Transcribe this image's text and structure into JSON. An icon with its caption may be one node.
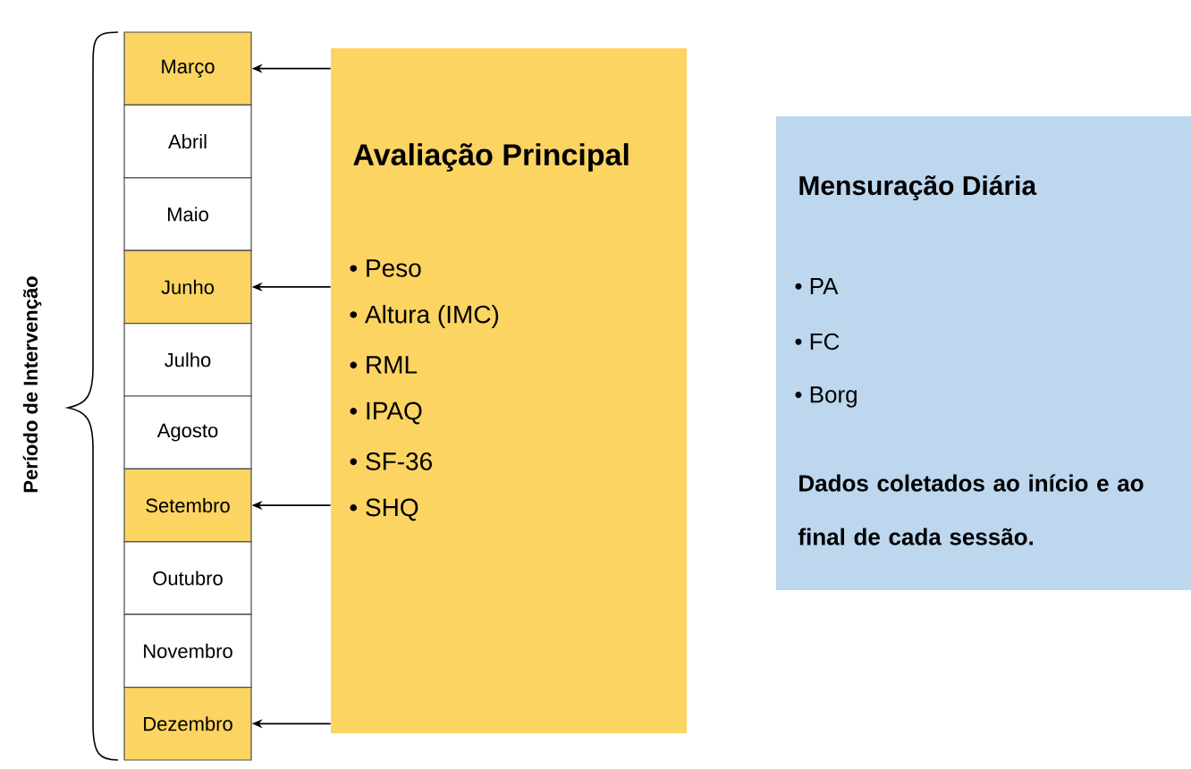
{
  "diagram": {
    "nodes": [
      {
        "text": [
          "Março"
        ]
      },
      {
        "text": [
          "Abril"
        ]
      },
      {
        "text": [
          "Maio"
        ]
      },
      {
        "text": [
          "Junho"
        ]
      },
      {
        "text": [
          "Julho"
        ]
      },
      {
        "text": [
          "Agosto"
        ]
      },
      {
        "text": [
          "Setembro"
        ]
      },
      {
        "text": [
          "Outubro"
        ]
      },
      {
        "text": [
          "Novembro"
        ]
      },
      {
        "text": [
          "Dezembro"
        ]
      },
      {
        "text": [
          "Avaliação Principal",
          "• Peso",
          "• Altura (IMC)",
          "• RML",
          "• IPAQ",
          "• SF-36",
          "• SHQ"
        ]
      },
      {
        "text": [
          "Mensuração Diária",
          "• PA",
          "• FC",
          "• Borg",
          "Dados coletados ao início e ao final de cada sessão."
        ]
      }
    ],
    "edges": [
      {
        "from": 10,
        "to": 0,
        "arrow": "to"
      },
      {
        "from": 10,
        "to": 3,
        "arrow": "to"
      },
      {
        "from": 10,
        "to": 6,
        "arrow": "to"
      },
      {
        "from": 10,
        "to": 9,
        "arrow": "to"
      }
    ],
    "labels": [
      "Período de Intervenção"
    ]
  }
}
